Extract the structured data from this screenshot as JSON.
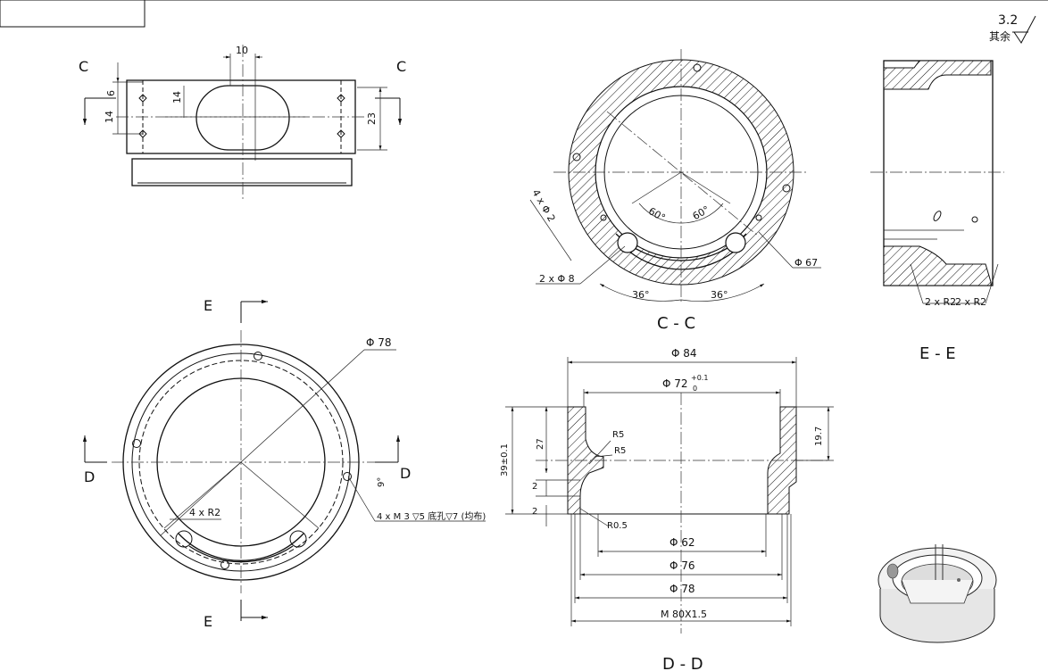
{
  "sheet": {
    "roughness": {
      "value": "3.2",
      "prefix": "其余"
    }
  },
  "view_top": {
    "section_letter_left": "C",
    "section_letter_right": "C",
    "dims": {
      "width_slot": "10",
      "d6": "6",
      "d14_left": "14",
      "d14_mid": "14",
      "d23": "23"
    }
  },
  "view_cc": {
    "title": "C - C",
    "dims": {
      "holes": "4 x Φ 2",
      "slot_holes": "2 x Φ 8",
      "dia": "Φ 67",
      "angle_left": "60°",
      "angle_right": "60°",
      "arc_left": "36°",
      "arc_right": "36°"
    }
  },
  "view_ee": {
    "title": "E - E",
    "dims": {
      "r_left": "2 x R2",
      "r_right": "2 x R2"
    }
  },
  "view_plan": {
    "section_letter_top": "E",
    "section_letter_bottom": "E",
    "section_letter_left": "D",
    "section_letter_right": "D",
    "dims": {
      "dia": "Φ 78",
      "r2": "4 x R2",
      "thread_note": "4 x M 3 ▽5 底孔▽7 (均布)",
      "angle": "9°"
    }
  },
  "view_dd": {
    "title": "D - D",
    "dims": {
      "d84": "Φ 84",
      "d72": "Φ 72",
      "d72_tol_upper": "+0.1",
      "d72_tol_lower": "0",
      "h39": "39±0.1",
      "h27": "27",
      "h2a": "2",
      "h2b": "2",
      "h19": "19.7",
      "r5a": "R5",
      "r5b": "R5",
      "r05": "R0.5",
      "d62": "Φ 62",
      "d76": "Φ 76",
      "d78": "Φ 78",
      "thread": "M 80X1.5"
    }
  }
}
